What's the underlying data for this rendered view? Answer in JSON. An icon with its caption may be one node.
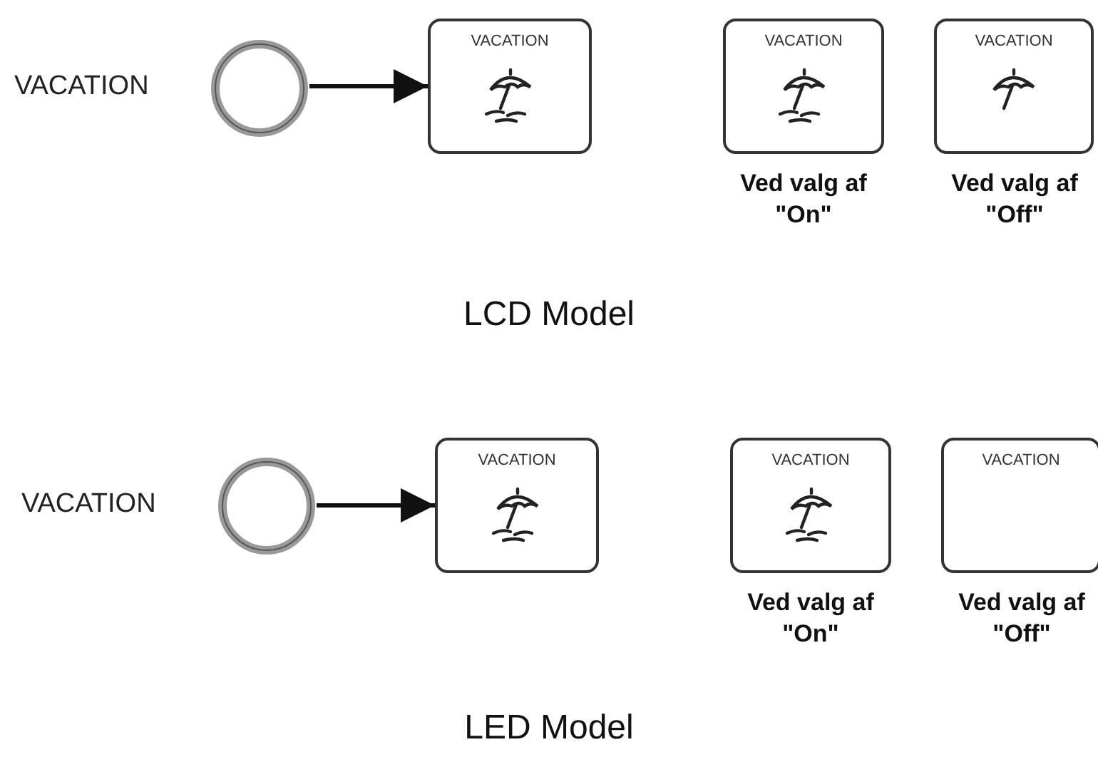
{
  "diagram": {
    "nodes": [
      {
        "text": [],
        "shape": "circle",
        "beside": [
          "VACATION"
        ]
      },
      {
        "text": [
          "VACATION"
        ]
      },
      {
        "text": [
          "VACATION"
        ],
        "beside": [
          "Ved valg af \"On\""
        ]
      },
      {
        "text": [
          "VACATION"
        ],
        "beside": [
          "Ved valg af \"Off\""
        ]
      },
      {
        "text": [],
        "shape": "circle",
        "beside": [
          "VACATION"
        ]
      },
      {
        "text": [
          "VACATION"
        ]
      },
      {
        "text": [
          "VACATION"
        ],
        "beside": [
          "Ved valg af \"On\""
        ]
      },
      {
        "text": [
          "VACATION"
        ],
        "beside": [
          "Ved valg af \"Off\""
        ]
      }
    ],
    "edges": [
      {
        "from": 0,
        "to": 1,
        "arrow": "to"
      },
      {
        "from": 4,
        "to": 5,
        "arrow": "to"
      }
    ],
    "labels": [
      "LCD Model",
      "LED Model"
    ]
  }
}
